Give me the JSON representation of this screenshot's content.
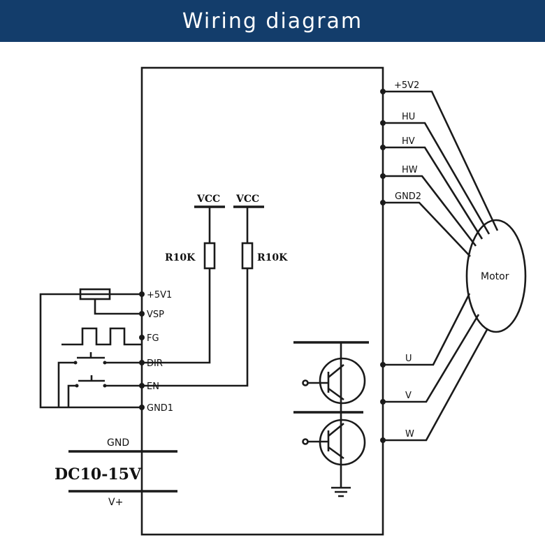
{
  "header": {
    "title": "Wiring diagram"
  },
  "diagram": {
    "left_pins": [
      "+5V1",
      "VSP",
      "FG",
      "DIR",
      "EN",
      "GND1"
    ],
    "right_pins_top": [
      "+5V2",
      "HU",
      "HV",
      "HW",
      "GND2"
    ],
    "right_pins_bottom": [
      "U",
      "V",
      "W"
    ],
    "vcc_labels": [
      "VCC",
      "VCC"
    ],
    "resistor_labels": [
      "R10K",
      "R10K"
    ],
    "motor_label": "Motor",
    "power": {
      "gnd_label": "GND",
      "voltage_label": "DC10-15V",
      "vplus_label": "V+"
    }
  },
  "colors": {
    "banner": "#133d6b",
    "line": "#1a1a1a"
  }
}
